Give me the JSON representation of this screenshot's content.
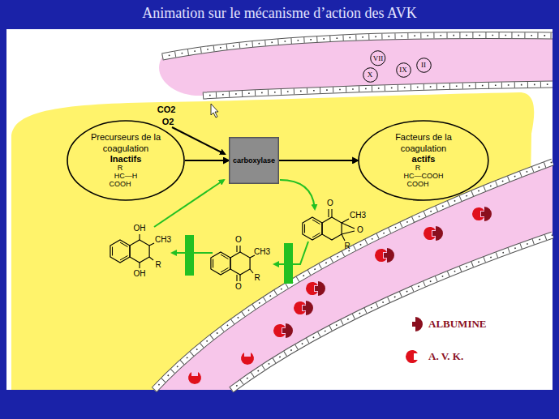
{
  "diagram": {
    "title": "Animation sur le mécanisme d’action des AVK",
    "nodes": [
      {
        "text": [
          "Precurseurs de la coagulation",
          "Inactifs",
          "R",
          "HC—H",
          "COOH"
        ]
      },
      {
        "text": [
          "carboxylase"
        ]
      },
      {
        "text": [
          "Facteurs de la coagulation",
          "actifs",
          "R",
          "HC—COOH",
          "COOH"
        ]
      },
      {
        "text": [
          "VII"
        ]
      },
      {
        "text": [
          "X"
        ]
      },
      {
        "text": [
          "IX"
        ]
      },
      {
        "text": [
          "II"
        ]
      }
    ],
    "edges": [
      {
        "from": 0,
        "to": 1,
        "arrow": "to"
      },
      {
        "from": 1,
        "to": 2,
        "arrow": "to"
      }
    ],
    "labels": [
      "CO2",
      "O2",
      "O",
      "CH3",
      "O",
      "R",
      "O",
      "CH3",
      "R",
      "O",
      "OH",
      "CH3",
      "R",
      "OH"
    ],
    "legend": [
      {
        "text": "ALBUMINE"
      },
      {
        "text": "A. V. K."
      }
    ]
  }
}
